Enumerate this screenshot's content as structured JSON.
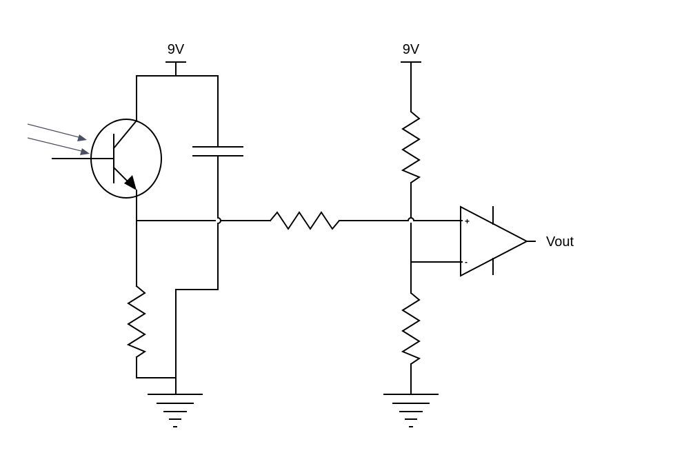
{
  "labels": {
    "supply_left": "9V",
    "supply_right": "9V",
    "output": "Vout",
    "opamp_plus": "+",
    "opamp_minus": "-"
  },
  "colors": {
    "wire": "#000000",
    "light_arrow": "#4a5060",
    "background": "#ffffff"
  },
  "components": {
    "phototransistor": "npn-phototransistor",
    "capacitor": "capacitor",
    "resistor_emitter": "resistor",
    "resistor_series": "resistor",
    "resistor_divider_top": "resistor",
    "resistor_divider_bottom": "resistor",
    "opamp": "comparator-opamp",
    "grounds": [
      "ground-left",
      "ground-right"
    ]
  }
}
